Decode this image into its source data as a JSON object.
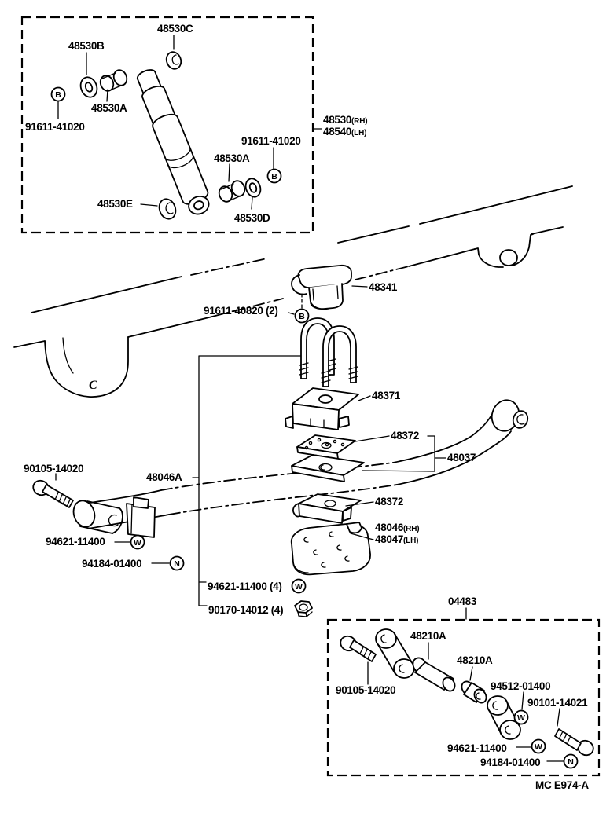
{
  "figure": {
    "code": "MC E974-A"
  },
  "shock_box": {
    "labels": {
      "grommet_upper": "48530C",
      "washer_upper": "48530B",
      "bushing_upper": "48530A",
      "bolt_left": "91611-41020",
      "bolt_right": "91611-41020",
      "bushing_lower": "48530A",
      "grommet_lower": "48530E",
      "washer_lower": "48530D",
      "assy_rh_num": "48530",
      "assy_rh_side": "(RH)",
      "assy_lh_num": "48540",
      "assy_lh_side": "(LH)"
    }
  },
  "main": {
    "labels": {
      "bumper": "48341",
      "ubolt_nuts": "91611-40820 (2)",
      "seat": "48371",
      "clamp_upper": "48372",
      "spring_assy": "48037",
      "bracket_kit": "48046A",
      "front_bolt": "90105-14020",
      "front_washer": "94621-11400",
      "front_nut": "94184-01400",
      "clamp_lower": "48372",
      "plate_rh_num": "48046",
      "plate_rh_side": "(RH)",
      "plate_lh_num": "48047",
      "plate_lh_side": "(LH)",
      "ubolt_washers": "94621-11400 (4)",
      "ubolt_nuts2": "90170-14012 (4)",
      "frame_mark": "C"
    }
  },
  "shackle_box": {
    "labels": {
      "kit": "04483",
      "plate": "48210A",
      "pin": "48210A",
      "bolt": "90105-14020",
      "washer_plate": "94512-01400",
      "bolt2": "90101-14021",
      "washer": "94621-11400",
      "nut": "94184-01400"
    }
  },
  "callouts": {
    "bolt": "B",
    "washer": "W",
    "nut": "N"
  },
  "colors": {
    "ink": "#000000",
    "paper": "#ffffff"
  }
}
